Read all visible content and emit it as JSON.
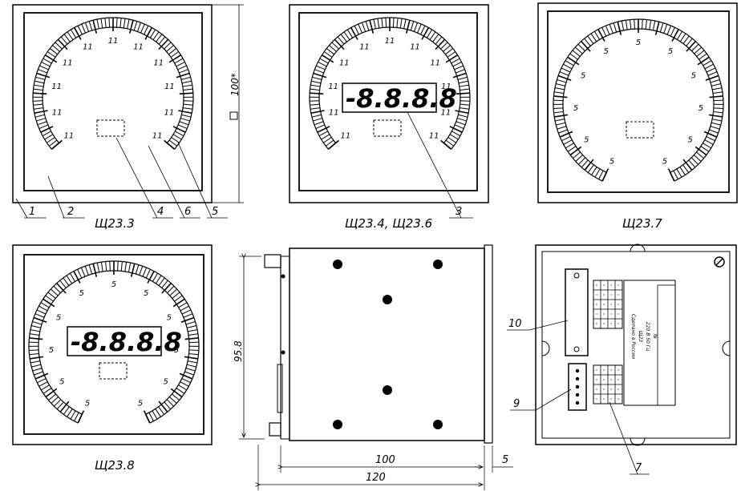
{
  "captions": {
    "m1": "Щ23.3",
    "m2": "Щ23.4, Щ23.6",
    "m3": "Щ23.7",
    "m4": "Щ23.8"
  },
  "callouts": {
    "c1": "1",
    "c2": "2",
    "c3": "3",
    "c4": "4",
    "c5": "5",
    "c6": "6",
    "c7": "7",
    "c9": "9",
    "c10": "10"
  },
  "digital_display": {
    "d2": "-8.8.8.8",
    "d4": "-8.8.8.8"
  },
  "dimensions": {
    "frame_size": "100*",
    "height": "95.8",
    "depth": "100",
    "offset": "5",
    "total": "120"
  },
  "rear_label": {
    "lines": [
      "Сделано в России",
      "Щ23",
      "220 В  50 Гц",
      "№"
    ]
  },
  "scale_labels": {
    "m1": "11",
    "m2": "11",
    "m3": "5",
    "m4": "5"
  }
}
